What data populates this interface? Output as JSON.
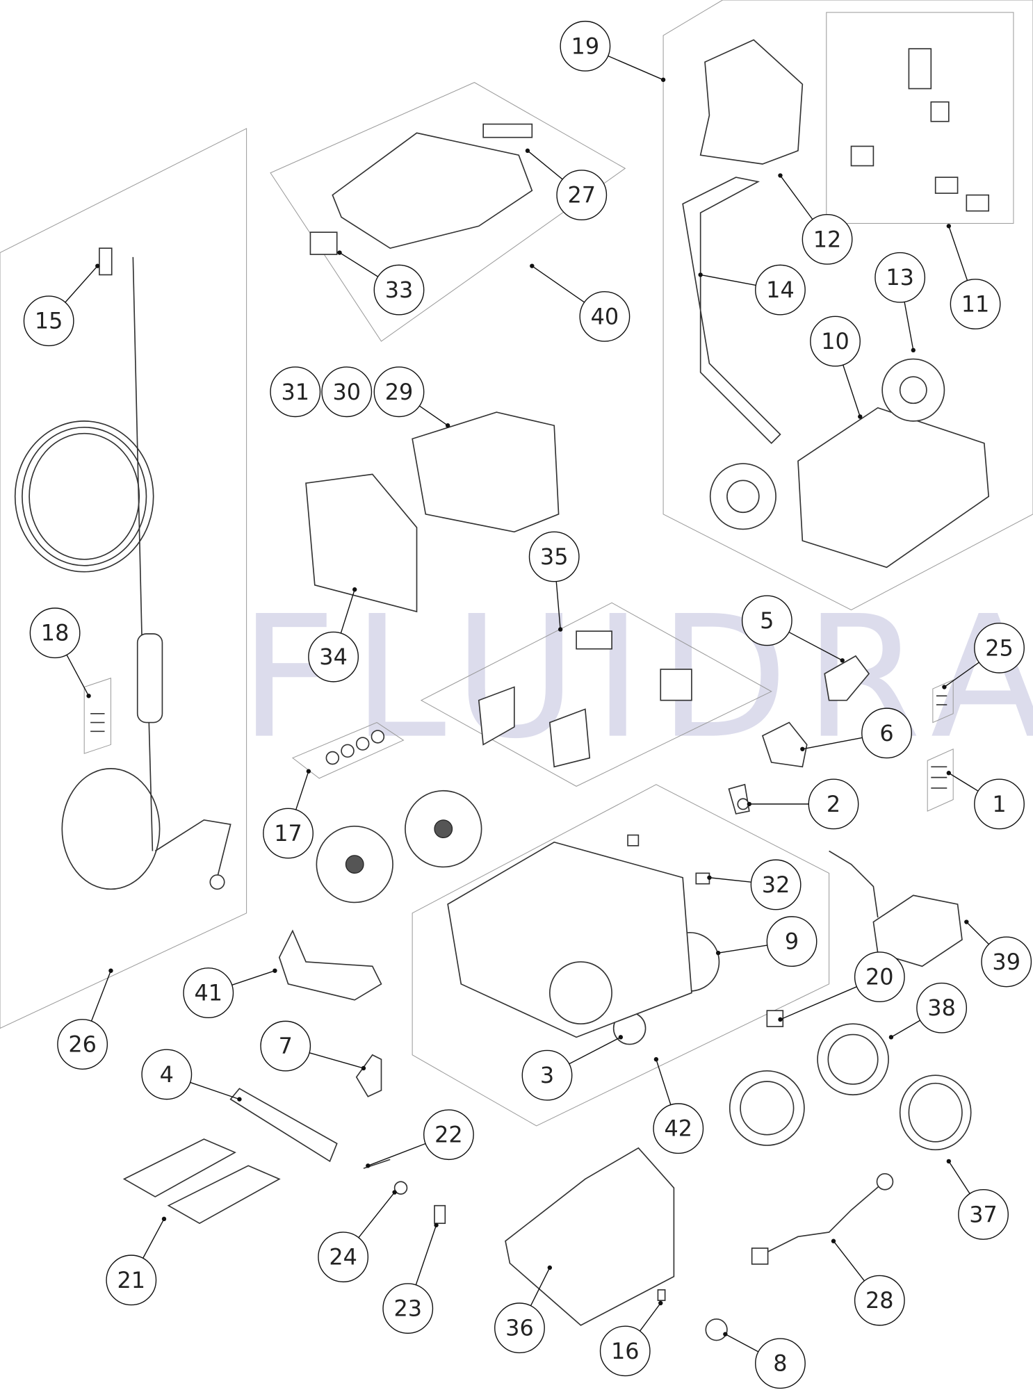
{
  "watermark": "FLUIDRA",
  "callouts": [
    "1",
    "2",
    "3",
    "4",
    "5",
    "6",
    "7",
    "8",
    "9",
    "10",
    "11",
    "12",
    "13",
    "14",
    "15",
    "16",
    "17",
    "18",
    "19",
    "20",
    "21",
    "22",
    "23",
    "24",
    "25",
    "26",
    "27",
    "28",
    "29",
    "30",
    "31",
    "32",
    "33",
    "34",
    "35",
    "36",
    "37",
    "38",
    "39",
    "40",
    "41",
    "42"
  ],
  "colors": {
    "watermark": "#dcdcec",
    "lines": "#111111",
    "boundaries": "#9a9a9a"
  }
}
